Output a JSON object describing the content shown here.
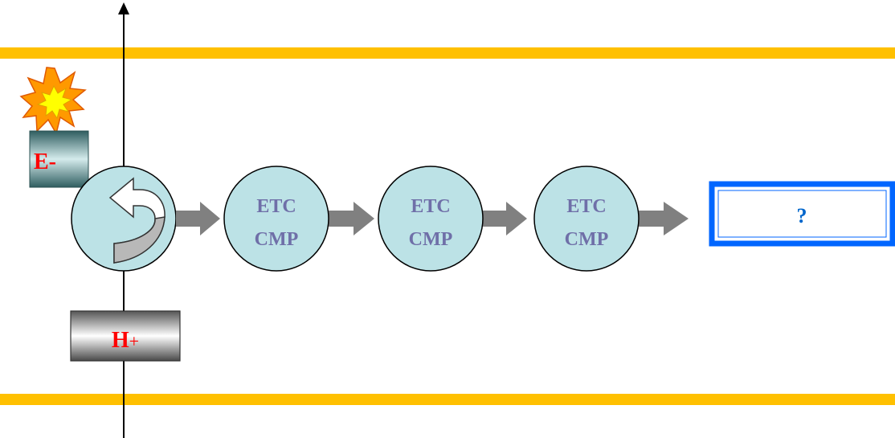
{
  "membrane": {
    "color": "#FFC000"
  },
  "electron_box": {
    "label": "E-",
    "label_color": "#FF0000"
  },
  "proton_box": {
    "label_main": "H",
    "label_sup": "+",
    "label_color": "#FF0000"
  },
  "components": [
    {
      "line1": "ETC",
      "line2": "CMP"
    },
    {
      "line1": "ETC",
      "line2": "CMP"
    },
    {
      "line1": "ETC",
      "line2": "CMP"
    }
  ],
  "output_box": {
    "label": "?",
    "label_color": "#0066CC",
    "border_color": "#0066FF"
  },
  "colors": {
    "circle_fill": "#BCE2E6",
    "component_text": "#6F6FA8",
    "arrow": "#808080",
    "axis": "#000000",
    "burst_outer": "#FF9900",
    "burst_inner": "#FFFF00"
  },
  "icons": {
    "burst": "explosion-burst-icon",
    "rotary": "curved-rotation-arrow-icon"
  }
}
